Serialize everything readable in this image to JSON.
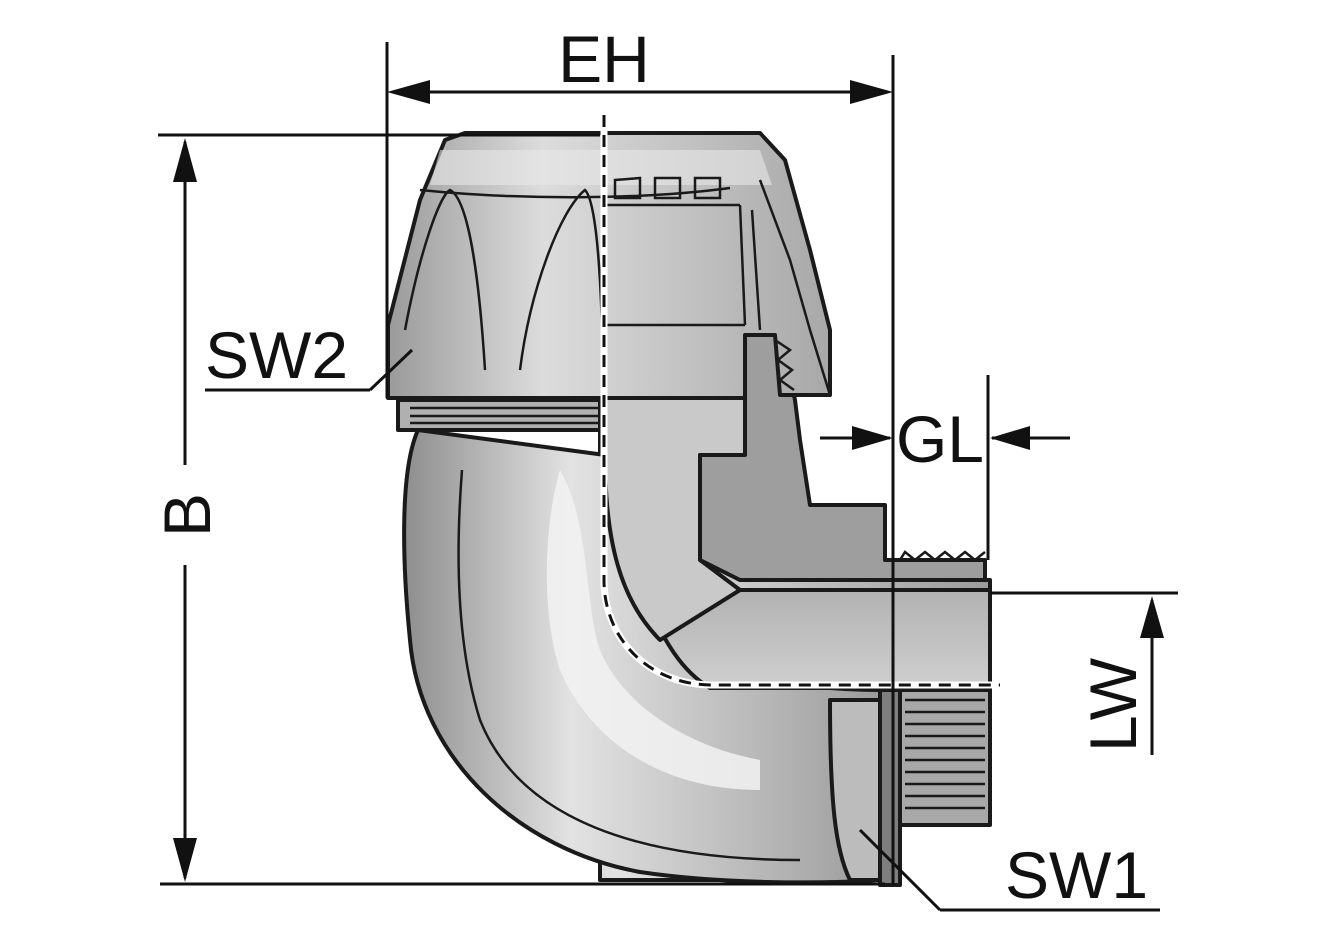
{
  "labels": {
    "eh": "EH",
    "b": "B",
    "sw2": "SW2",
    "gl": "GL",
    "lw": "LW",
    "sw1": "SW1"
  },
  "colors": {
    "body_light": "#d6d6d6",
    "body_mid": "#b4b4b4",
    "body_dark": "#8c8c8c",
    "line": "#111111"
  }
}
